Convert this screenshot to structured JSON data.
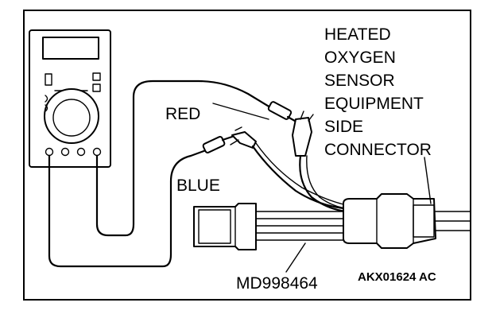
{
  "figure": {
    "label_lines": [
      "HEATED",
      "OXYGEN",
      "SENSOR",
      "EQUIPMENT",
      "SIDE",
      "CONNECTOR"
    ],
    "red_label": "RED",
    "blue_label": "BLUE",
    "tool_label": "MD998464",
    "figure_code": "AKX01624 AC"
  }
}
